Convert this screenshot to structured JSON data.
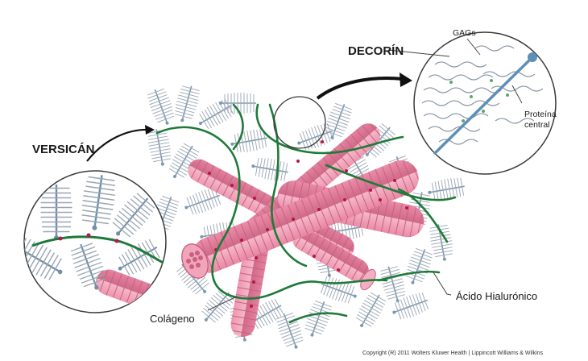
{
  "labels": {
    "versican": "VERSICÁN",
    "decorin": "DECORÍN",
    "gags": "GAGs",
    "core_protein_line1": "Proteína",
    "core_protein_line2": "central",
    "collagen": "Colágeno",
    "hyaluronic_acid": "Ácido Hialurónico",
    "copyright": "Copyright (R) 2011 Wolters Kluwer Health | Lippincott Williams & Wilkins"
  },
  "colors": {
    "collagen_fill": "#e98aa6",
    "collagen_stripe": "#c9607f",
    "collagen_dot": "#b5174b",
    "hyaluronan": "#1f7a3a",
    "core_protein": "#5e8fb6",
    "gag_chain": "#8c9aaa",
    "gag_dot": "#5aa86a"
  }
}
